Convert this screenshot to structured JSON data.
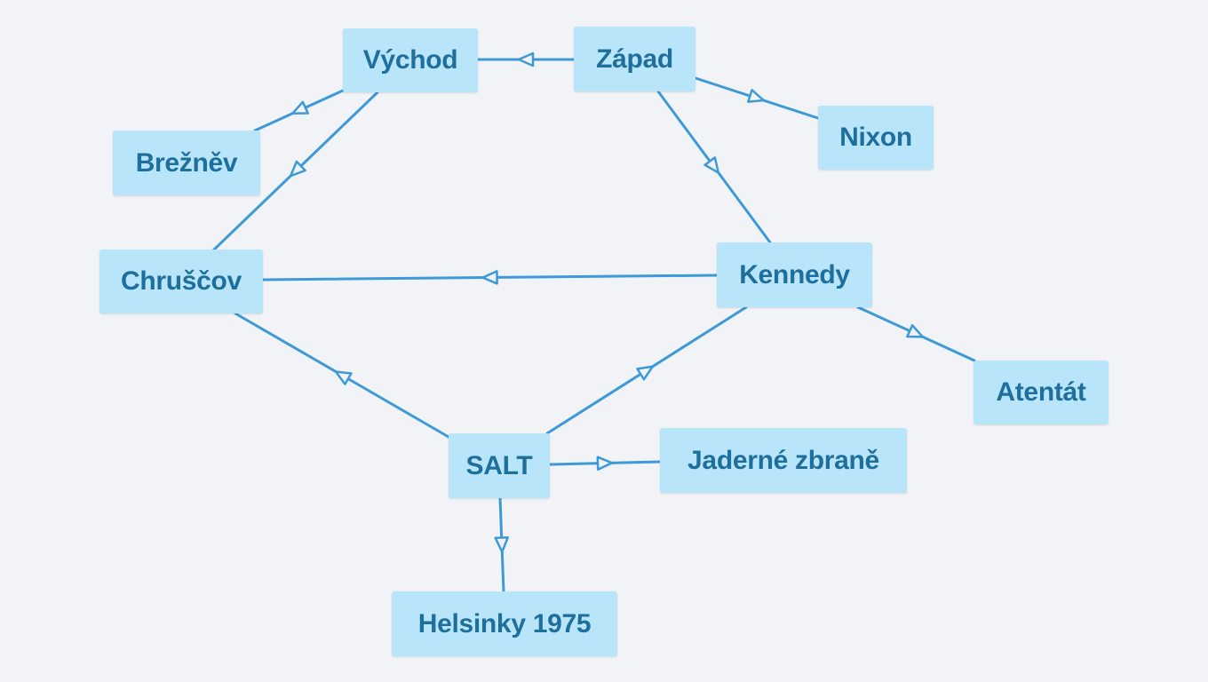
{
  "colors": {
    "background": "#f1f3f6",
    "node_fill": "#b9e5fb",
    "node_text": "#1e6f9c",
    "edge": "#3d9ad6"
  },
  "nodes": {
    "vychod": "Východ",
    "zapad": "Západ",
    "breznev": "Brežněv",
    "nixon": "Nixon",
    "chruscov": "Chruščov",
    "kennedy": "Kennedy",
    "atentat": "Atentát",
    "salt": "SALT",
    "jaderne_zbrane": "Jaderné zbraně",
    "helsinky": "Helsinky 1975"
  },
  "edges": [
    {
      "from": "zapad",
      "to": "vychod"
    },
    {
      "from": "zapad",
      "to": "nixon"
    },
    {
      "from": "zapad",
      "to": "kennedy"
    },
    {
      "from": "vychod",
      "to": "breznev"
    },
    {
      "from": "vychod",
      "to": "chruscov"
    },
    {
      "from": "kennedy",
      "to": "chruscov"
    },
    {
      "from": "kennedy",
      "to": "atentat"
    },
    {
      "from": "salt",
      "to": "chruscov"
    },
    {
      "from": "salt",
      "to": "kennedy"
    },
    {
      "from": "salt",
      "to": "jaderne_zbrane"
    },
    {
      "from": "salt",
      "to": "helsinky"
    }
  ]
}
